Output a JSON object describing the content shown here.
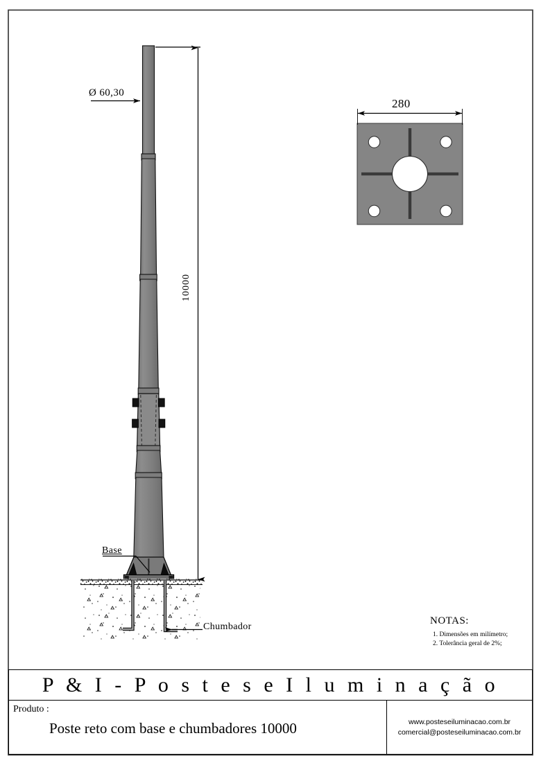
{
  "drawing": {
    "sheet_title": "Poste reto com base e chumbadores 10000",
    "dimensions": {
      "pole_height": "10000",
      "pole_diameter": "Ø 60,30",
      "base_plate_width": "280"
    },
    "annotations": {
      "base": "Base",
      "chumbador": "Chumbador"
    },
    "views": {
      "elevation_name": "pole-elevation-view",
      "plan_name": "base-plate-plan-view"
    }
  },
  "notes": {
    "title": "NOTAS:",
    "items": [
      "1. Dimensões em milímetro;",
      "2. Tolerância geral de 2%;"
    ]
  },
  "title_block": {
    "company": "P & I  -  P o s t e s   e   I l u m i n a ç ã o",
    "produto_label": "Produto :",
    "produto_value": "Poste reto com base e chumbadores 10000",
    "contact": {
      "website": "www.posteseiluminacao.com.br",
      "email": "comercial@posteseiluminacao.com.br"
    }
  },
  "colors": {
    "steel_gray": "#808080",
    "steel_gray_dark": "#6e6e6e",
    "line_black": "#000000",
    "plate_gray": "#858585",
    "hole_white": "#ffffff",
    "rib_dark": "#3a3a3a",
    "paper": "#ffffff"
  }
}
